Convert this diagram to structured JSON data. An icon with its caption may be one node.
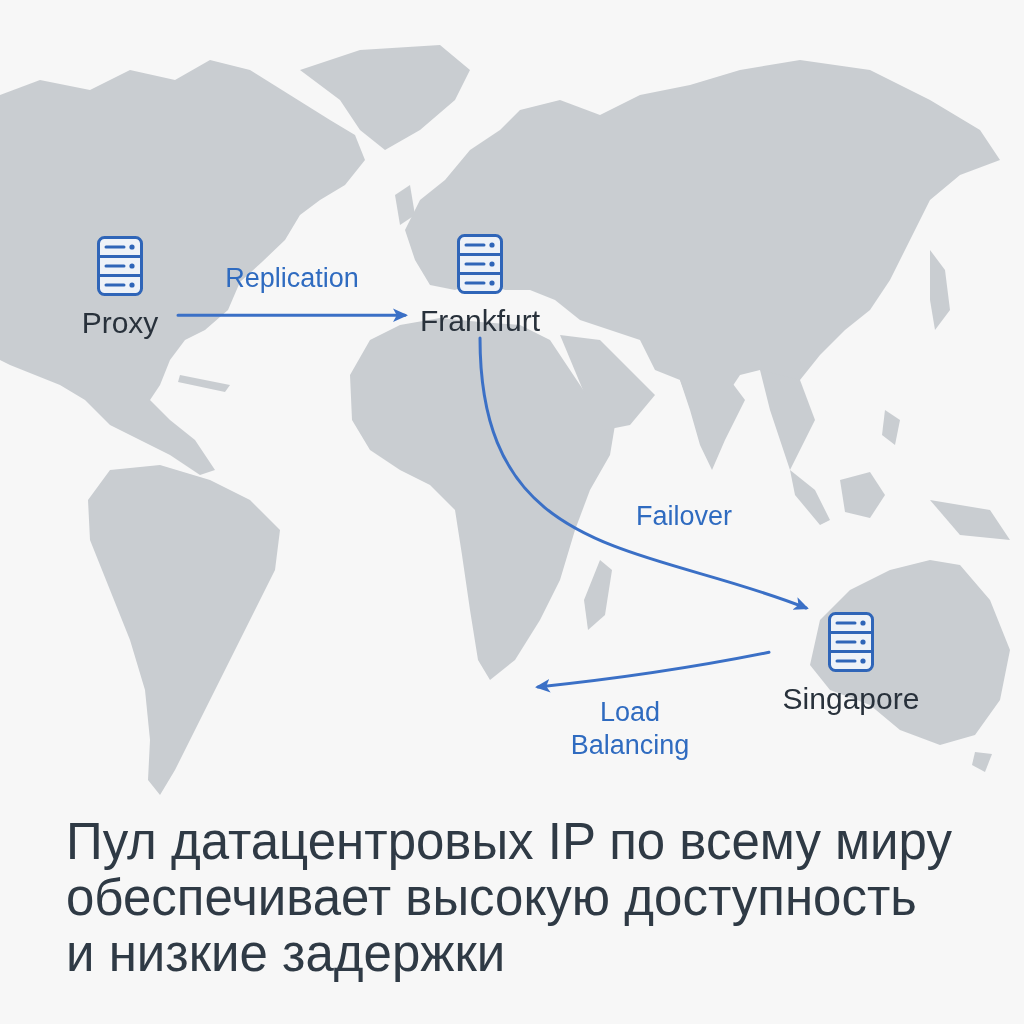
{
  "diagram": {
    "caption": "Пул датацентровых IP по всему миру обеспечивает высокую доступность и низкие задержки",
    "nodes": [
      {
        "text": [
          "Proxy"
        ]
      },
      {
        "text": [
          "Frankfurt"
        ]
      },
      {
        "text": [
          "Singapore"
        ]
      }
    ],
    "edges": [
      {
        "from": 0,
        "to": 1,
        "arrow": "to",
        "label": "Replication"
      },
      {
        "from": 1,
        "to": 2,
        "arrow": "to",
        "label": "Failover"
      },
      {
        "from": 2,
        "to": null,
        "arrow": "to",
        "label": "Load Balancing"
      }
    ]
  }
}
